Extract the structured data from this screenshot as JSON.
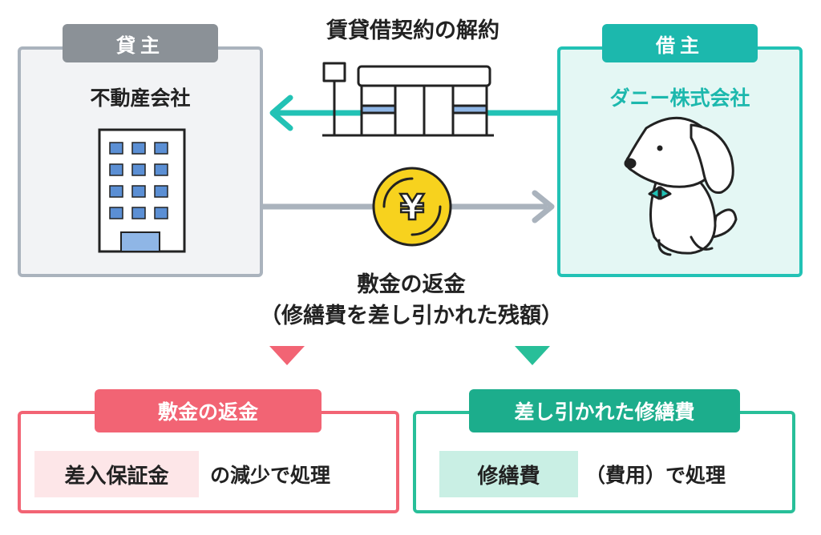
{
  "title": "賃貸借契約の解約",
  "lessor": {
    "tag": "貸主",
    "name": "不動産会社"
  },
  "lessee": {
    "tag": "借主",
    "name": "ダニー株式会社"
  },
  "flow": {
    "refund": "敷金の返金",
    "refund_note": "（修繕費を差し引かれた残額）"
  },
  "left_result": {
    "tag": "敷金の返金",
    "highlight": "差入保証金",
    "tail": "の減少で処理"
  },
  "right_result": {
    "tag": "差し引かれた修繕費",
    "highlight": "修繕費",
    "tail": "（費用）で処理"
  },
  "colors": {
    "lessor_accent": "#8b9197",
    "lessee_accent": "#1cb8ad",
    "left_accent": "#f26474",
    "right_accent": "#1cad8c",
    "coin": "#f7d21e"
  },
  "icons": [
    "office-building-icon",
    "shop-building-icon",
    "yen-coin-icon",
    "dog-mascot-icon"
  ]
}
